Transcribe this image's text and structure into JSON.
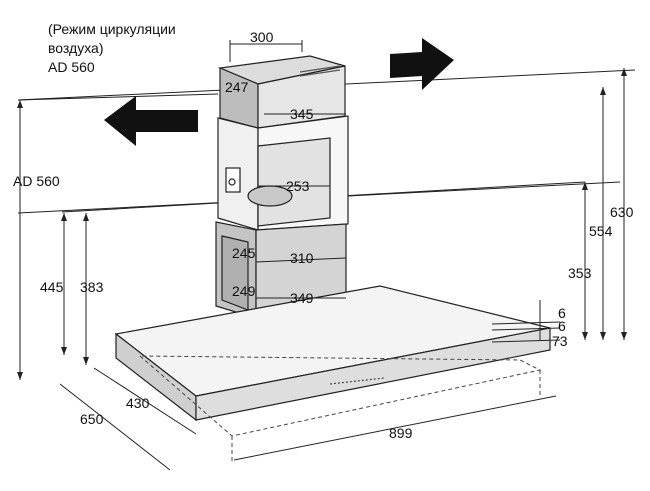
{
  "caption": {
    "line1": "(Режим циркуляции",
    "line2": "воздуха)",
    "line3": "AD 560"
  },
  "side_label": "AD 560",
  "dimensions": {
    "top_width": "300",
    "top_depth": "247",
    "top_lower_width": "345",
    "chimney_mid": "253",
    "block_depth": "245",
    "block_width": "310",
    "block_lower_depth": "249",
    "block_lower_width": "349",
    "h_445": "445",
    "h_383": "383",
    "h_353": "353",
    "h_554": "554",
    "h_630": "630",
    "t_6a": "6",
    "t_6b": "6",
    "t_73": "73",
    "d_430": "430",
    "d_650": "650",
    "w_899": "899"
  },
  "colors": {
    "line": "#222222",
    "fill_light": "#f2f2f2",
    "fill_mid": "#d8d8d8",
    "fill_dark": "#b8b8b8",
    "arrow": "#111111"
  },
  "icons": {
    "left_arrow": "arrow-left-icon",
    "right_arrow": "arrow-right-icon"
  }
}
